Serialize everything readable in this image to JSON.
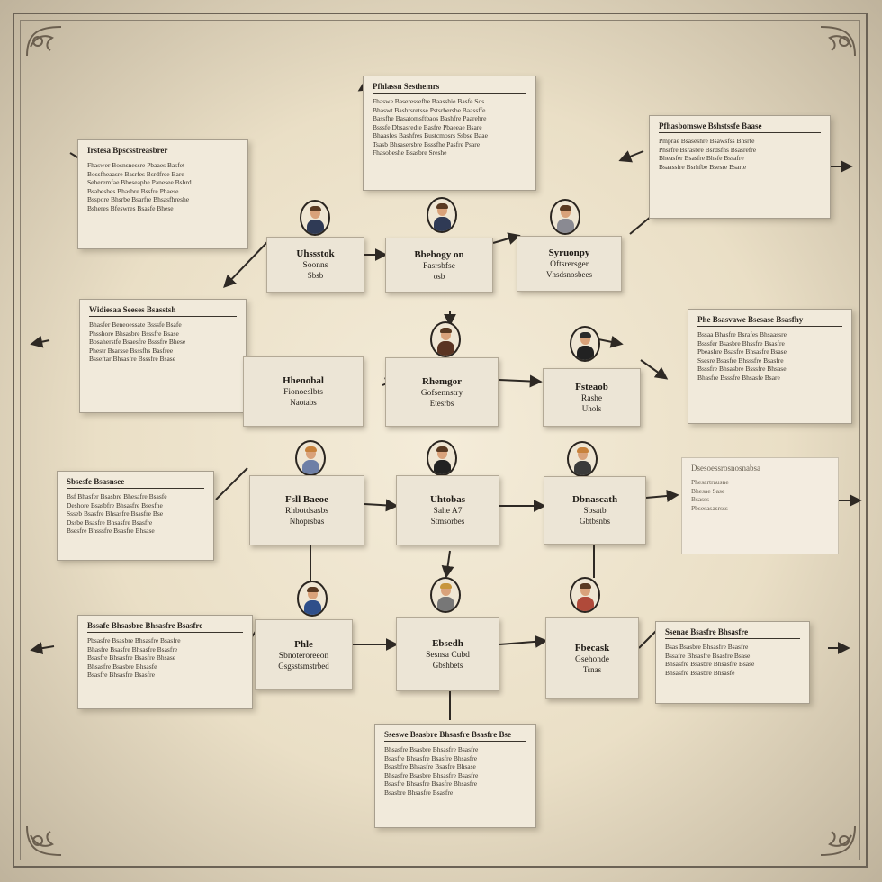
{
  "notes": [
    {
      "id": "top",
      "title": "Pfhlassn Sesthemrs",
      "lines": [
        "Fhaswe Baseressefhe Baasshie Basfe Sos",
        "Bhaswt Bashrsretsse Pstsrbersbe Baassffe",
        "Bassfhe Basatomsftbaos Bashfre Paarehre",
        "Bsssfe Dbsasredte Basfre Pbaeeae Bsare",
        "Bhaasfes Bashfres Bustcmosrs Ssbse Baae",
        "Tsasb Bhsasersbre Bsssfhe Pasfre Psare",
        "Fhasobeshe Bsasbre Sreshe"
      ]
    },
    {
      "id": "upper-left",
      "title": "Irstesa Bpscsstreasbrer",
      "lines": [
        "Fhaswer Bosnsnessre Pbaaes Basfet",
        "Bossfheaasre Basrfes Bsrdfree Bare",
        "Seheremfae Bheseaphe Panesee Bsbrd",
        "Bsabeshes Bhasbre Bssfre Pbaese",
        "",
        "Bsspore Bhsrbe Bsarfre Bhsasfhreshe",
        "Bsheres Bfeswres Bsasfe Bhese"
      ]
    },
    {
      "id": "upper-right",
      "title": "Pfhasbomswe Bshstssfe Baase",
      "lines": [
        "Pmprae Bsaseshre Bsawsfss Bhsrfe",
        "Phsrfre Bsrasbre Bsrdsfhs Bsasrefre",
        "",
        "Bheasfer Bsasfre Bhsfe Bssafre",
        "Bsaassfre Bsrhfbe Bsesre Bsarte"
      ]
    },
    {
      "id": "mid-left",
      "title": "Widiesaa Seeses Bsasstsh",
      "lines": [
        "Bhasfer Beneoessate Bsssfe Bsafe",
        "Phsshore Bhsasbre Bsssfre Bsase",
        "",
        "Bosaherstfe Bsaesfre Bsssfre Bhese",
        "Phestr Bsarsse Bsssfhs Basfree",
        "Bsseftar Bhsasfre Bsssfre Bsase"
      ]
    },
    {
      "id": "mid-right",
      "title": "Phe Bsasvawe Bsesase Bsasfhy",
      "lines": [
        "Bssaa Bhasfre Bsrafes Bhsaassre",
        "Bsssfer Bsasbre Bhssfre Bsasfre",
        "Pbeashre Bsasfre Bhsasfre Bsase",
        "",
        "Ssesre Bsasfre Bhsssfre Bsasfre",
        "Bsssfre Bhsasbre Bsssfre Bhsase",
        "Bhasfre Bsssfre Bhsasfe Bsare"
      ]
    },
    {
      "id": "center-left",
      "title": "Sbsesfe Bsasnsee",
      "lines": [
        "Bsf Bhasfer Bsasbre Bhesafre Bsasfe",
        "Deshore Bsasbfre Bhsasfre Bsesfhe",
        "Ssseb Bsasfre Bhsasfre Bsasfre Bse",
        "Dssbe Bsasfre Bhsasfre Bsasfre",
        "Bsesfre Bhsssfre Bsasfre Bhsase"
      ]
    },
    {
      "id": "center-right",
      "title": "Dsesoessrosnosnabsa",
      "lines": [
        "Phesartrausne",
        "",
        "Bhesae Sase",
        "Bsasss",
        "",
        "Pbsesasasrsss"
      ]
    },
    {
      "id": "lower-left",
      "title": "Bssafe Bhsasbre Bhsasfre Bsasfre",
      "lines": [
        "Pbsasfre Bsasbre Bhsasfre Bsasfre",
        "Bhasfre Bsasfre Bhsasfre Bsasfre",
        "Bsasfre Bhsasfre Bsasfre Bhsase",
        "",
        "Bhsasfre Bsasbre Bhsasfe",
        "Bsasfre Bhsasfre Bsasfre"
      ]
    },
    {
      "id": "lower-right",
      "title": "Ssenae Bsasfre Bhsasfre",
      "lines": [
        "Bsas Bsasbre Bhsasfre Bsasfre",
        "Bssafre Bhsasfre Bsasfre Bsase",
        "",
        "Bhsasfre Bsasbre Bhsasfre Bsase",
        "Bhsasfre Bsasbre Bhsasfe"
      ]
    },
    {
      "id": "bottom",
      "title": "Sseswe Bsasbre Bhsasfre Bsasfre Bse",
      "lines": [
        "Bhsasfre Bsasbre Bhsasfre Bsasfre",
        "Bsasfre Bhsasfre Bsasfre Bhsasfre",
        "Bsasbfre Bhsasfre Bsasfre Bhsase",
        "",
        "Bhsasfre Bsasbre Bhsasfre Bsasfre",
        "Bsasfre Bhsasfre Bsasfre Bhsasfre",
        "Bsasbre Bhsasfre Bsasfre"
      ]
    }
  ],
  "nodes": [
    {
      "id": "r1c1",
      "l1": "Uhssstok",
      "l2": "Soonns",
      "l3": "Sbsb"
    },
    {
      "id": "r1c2",
      "l1": "Bbebogy on",
      "l2": "Fasrsbfse",
      "l3": "osb"
    },
    {
      "id": "r1c3",
      "l1": "Syruonpy",
      "l2": "Oftsrersger",
      "l3": "Vhsdsnosbees"
    },
    {
      "id": "r2c1",
      "l1": "Hhenobal",
      "l2": "Fionoeslbts",
      "l3": "Naotabs"
    },
    {
      "id": "r2c2",
      "l1": "Rhemgor",
      "l2": "Gofsennstry",
      "l3": "Etesrbs"
    },
    {
      "id": "r2c3",
      "l1": "Fsteaob",
      "l2": "Rashe",
      "l3": "Uhols"
    },
    {
      "id": "r3c1",
      "l1": "Fsll Baeoe",
      "l2": "Rhbotdsasbs",
      "l3": "Nhoprsbas"
    },
    {
      "id": "r3c2",
      "l1": "Uhtobas",
      "l2": "Sahe A7",
      "l3": "Stmsorbes"
    },
    {
      "id": "r3c3",
      "l1": "Dbnascath",
      "l2": "Sbsatb",
      "l3": "Gbtbsnbs"
    },
    {
      "id": "r4c1",
      "l1": "Phle",
      "l2": "Sbnoteroreeon",
      "l3": "Gsgsstsmstrbed"
    },
    {
      "id": "r4c2",
      "l1": "Ebsedh",
      "l2": "Sesnsa Cubd",
      "l3": "Gbshbets"
    },
    {
      "id": "r4c3",
      "l1": "Fbecask",
      "l2": "Gsehonde",
      "l3": "Tsnas"
    }
  ]
}
